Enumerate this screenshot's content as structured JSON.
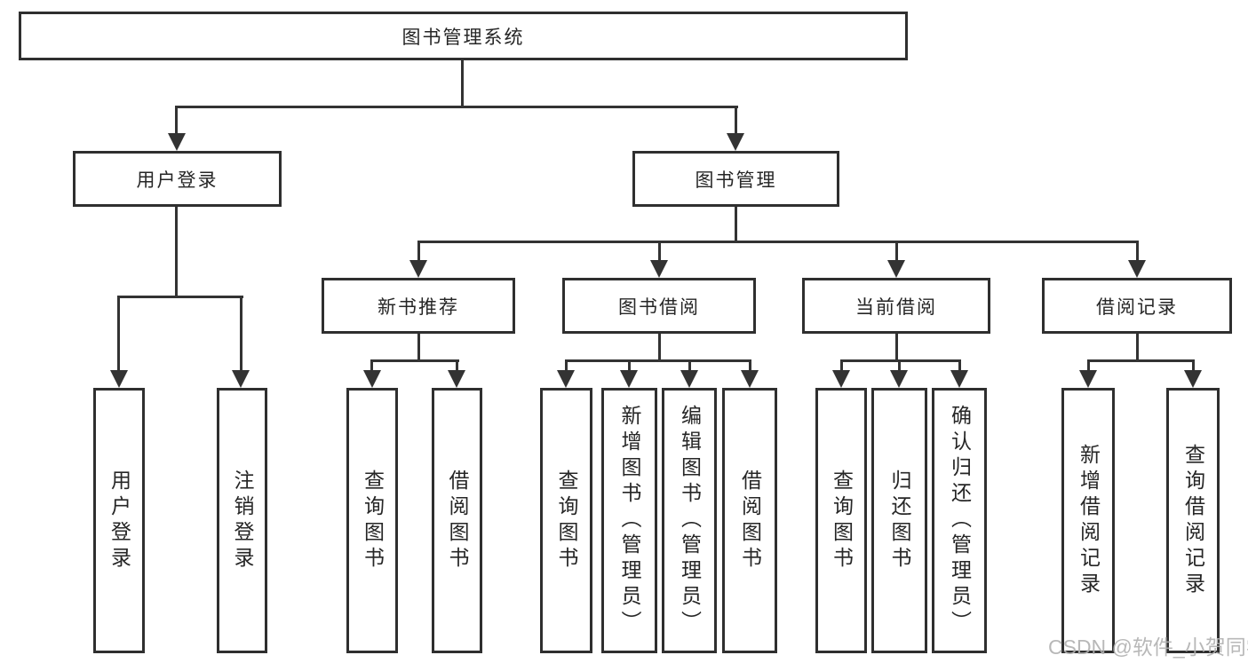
{
  "diagram": {
    "root": {
      "label": "图书管理系统"
    },
    "level2": {
      "user_login": {
        "label": "用户登录"
      },
      "book_management": {
        "label": "图书管理"
      }
    },
    "level3": {
      "new_book_recommend": {
        "label": "新书推荐"
      },
      "book_borrowing": {
        "label": "图书借阅"
      },
      "current_borrowing": {
        "label": "当前借阅"
      },
      "borrowing_records": {
        "label": "借阅记录"
      }
    },
    "leaves": {
      "user_login": [
        "用户登录",
        "注销登录"
      ],
      "new_book_recommend": [
        "查询图书",
        "借阅图书"
      ],
      "book_borrowing": [
        "查询图书",
        "新增图书（管理员）",
        "编辑图书（管理员）",
        "借阅图书"
      ],
      "current_borrowing": [
        "查询图书",
        "归还图书",
        "确认归还（管理员）"
      ],
      "borrowing_records": [
        "新增借阅记录",
        "查询借阅记录"
      ]
    }
  },
  "watermark": {
    "text": "CSDN @软件_小贺同学"
  },
  "colors": {
    "line": "#333333",
    "box_border": "#2f2f2f",
    "text": "#262626",
    "watermark": "#b1b1b1",
    "background": "#ffffff"
  }
}
